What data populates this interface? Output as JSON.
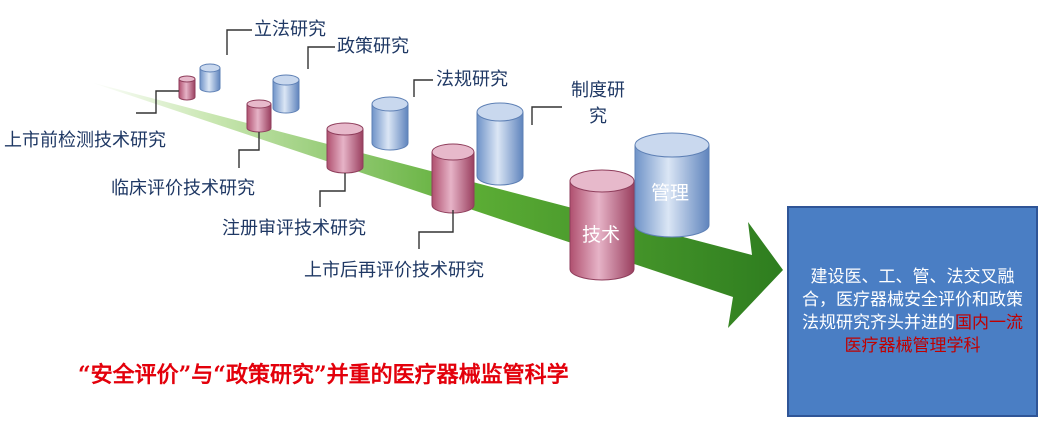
{
  "research_labels": {
    "legislation": "立法研究",
    "policy": "政策研究",
    "regulation": "法规研究",
    "system": "制度研究",
    "premarket_testing": "上市前检测技术研究",
    "clinical_evaluation": "临床评价技术研究",
    "registration_review": "注册审评技术研究",
    "postmarket_reevaluation": "上市后再评价技术研究"
  },
  "cylinders": {
    "technology": "技术",
    "management": "管理"
  },
  "caption": "“安全评价”与“政策研究”并重的医疗器械监管科学",
  "goal_box": {
    "text": "建设医、工、管、法交叉融合，医疗器械安全评价和政策法规研究齐头并进的",
    "highlight": "国内一流医疗器械管理学科"
  },
  "colors": {
    "arrow_green": "#4f9a2a",
    "pink_cylinder": "#c46b8e",
    "blue_cylinder": "#8eaed8",
    "label_text": "#1f3864",
    "caption_red": "#e3000b",
    "box_blue": "#4a7ec4",
    "highlight_red": "#c00000"
  }
}
